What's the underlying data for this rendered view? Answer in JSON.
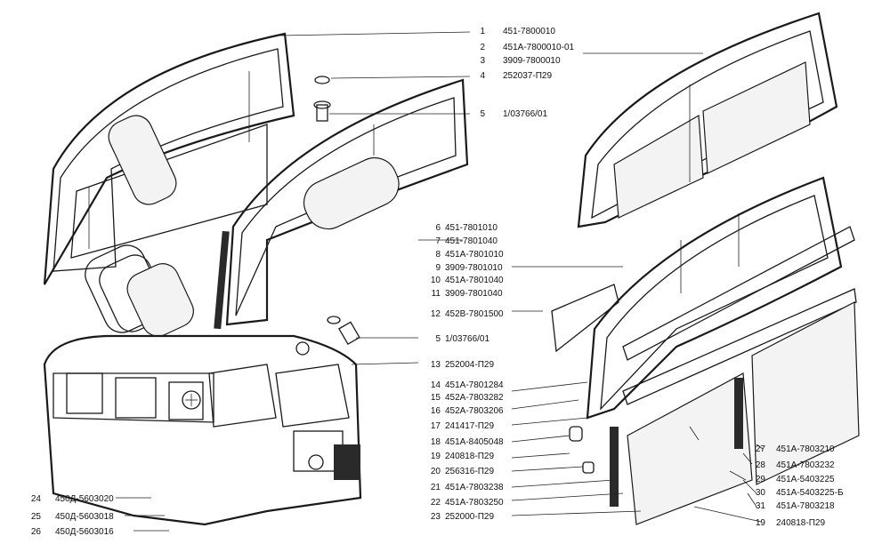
{
  "callouts": [
    {
      "n": "1",
      "part": "451-7800010"
    },
    {
      "n": "2",
      "part": "451А-7800010-01"
    },
    {
      "n": "3",
      "part": "3909-7800010"
    },
    {
      "n": "4",
      "part": "252037-П29"
    },
    {
      "n": "5",
      "part": "1/03766/01"
    },
    {
      "n": "6",
      "part": "451-7801010"
    },
    {
      "n": "7",
      "part": "451-7801040"
    },
    {
      "n": "8",
      "part": "451А-7801010"
    },
    {
      "n": "9",
      "part": "3909-7801010"
    },
    {
      "n": "10",
      "part": "451А-7801040"
    },
    {
      "n": "11",
      "part": "3909-7801040"
    },
    {
      "n": "12",
      "part": "452В-7801500"
    },
    {
      "n": "5",
      "part": "1/03766/01"
    },
    {
      "n": "13",
      "part": "252004-П29"
    },
    {
      "n": "14",
      "part": "451А-7801284"
    },
    {
      "n": "15",
      "part": "452А-7803282"
    },
    {
      "n": "16",
      "part": "452А-7803206"
    },
    {
      "n": "17",
      "part": "241417-П29"
    },
    {
      "n": "18",
      "part": "451А-8405048"
    },
    {
      "n": "19",
      "part": "240818-П29"
    },
    {
      "n": "20",
      "part": "256316-П29"
    },
    {
      "n": "21",
      "part": "451А-7803238"
    },
    {
      "n": "22",
      "part": "451А-7803250"
    },
    {
      "n": "23",
      "part": "252000-П29"
    },
    {
      "n": "24",
      "part": "450Д-5603020"
    },
    {
      "n": "25",
      "part": "450Д-5603018"
    },
    {
      "n": "26",
      "part": "450Д-5603016"
    },
    {
      "n": "27",
      "part": "451А-7803210"
    },
    {
      "n": "28",
      "part": "451А-7803232"
    },
    {
      "n": "29",
      "part": "451А-5403225"
    },
    {
      "n": "30",
      "part": "451А-5403225-Б"
    },
    {
      "n": "31",
      "part": "451А-7803218"
    },
    {
      "n": "19",
      "part": "240818-П29"
    }
  ]
}
